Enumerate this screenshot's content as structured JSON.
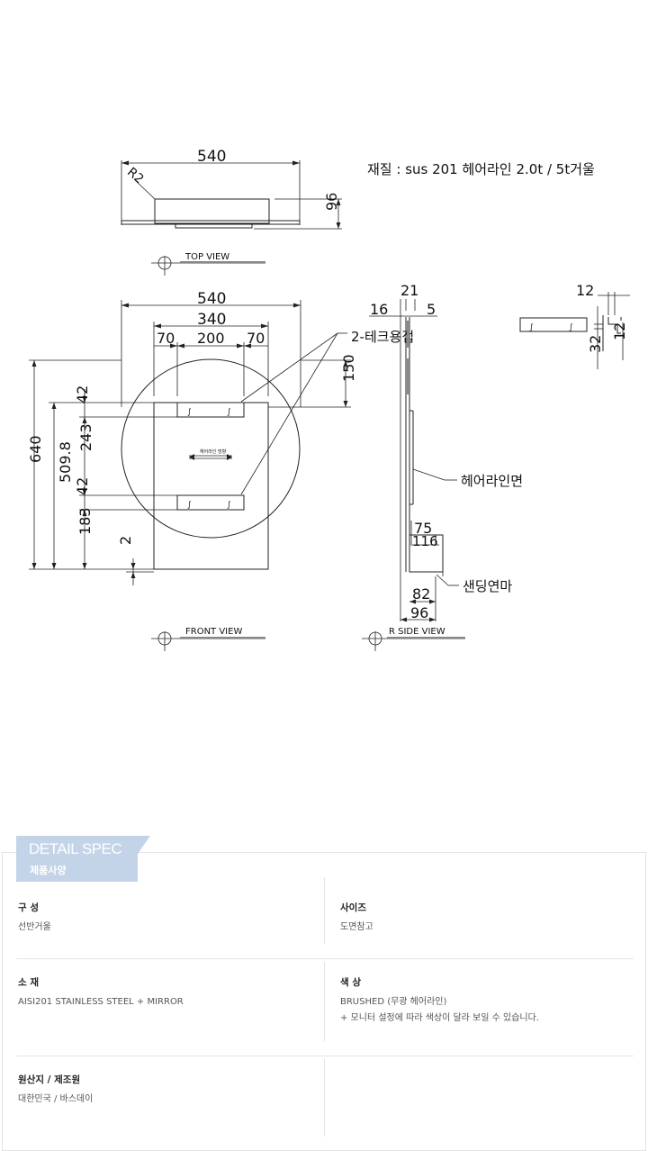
{
  "material_note": "재질 : sus 201 헤어라인 2.0t / 5t거울",
  "top_view": {
    "caption": "TOP VIEW",
    "dim_width": "540",
    "dim_radius": "R2",
    "dim_depth": "96"
  },
  "front_view": {
    "caption": "FRONT VIEW",
    "dim_total_width": "540",
    "dim_shelf_width": "340",
    "dim_left": "70",
    "dim_mid": "200",
    "dim_right": "70",
    "dim_top_offset": "150",
    "dim_total_height": "640",
    "dim_panel_height": "509.8",
    "dim_upper_slot": "42",
    "dim_slot_gap": "243",
    "dim_lower_slot": "42",
    "dim_bottom": "183",
    "dim_small": "2",
    "callout_weld": "2-테크용접",
    "hairline_direction": "헤어라인 방향"
  },
  "side_view": {
    "caption": "R SIDE VIEW",
    "dim_top": "21",
    "dim_left": "16",
    "dim_right": "5",
    "dim_shelf_75": "75",
    "dim_shelf_116": "116",
    "dim_82": "82",
    "dim_96": "96",
    "callout_hairline": "헤어라인면",
    "callout_sanding": "샌딩연마"
  },
  "detail_view": {
    "dim_12_top": "12",
    "dim_32": "32",
    "dim_12_side": "12"
  },
  "spec": {
    "tag_title": "DETAIL SPEC",
    "tag_subtitle": "제품사양",
    "rows": [
      {
        "label": "구 성",
        "value": "선반거울"
      },
      {
        "label": "사이즈",
        "value": "도면참고"
      },
      {
        "label": "소 재",
        "value": "AISI201 STAINLESS STEEL + MIRROR"
      },
      {
        "label": "색 상",
        "value": "BRUSHED (무광 헤어라인)",
        "note": "+ 모니터 설정에 따라 색상이 달라 보일 수 있습니다."
      },
      {
        "label": "원산지 / 제조원",
        "value": "대한민국 / 바스데이"
      }
    ]
  },
  "colors": {
    "tag_bg": "#c3d4e8",
    "line": "#222222",
    "divider": "#e2e2e2"
  }
}
